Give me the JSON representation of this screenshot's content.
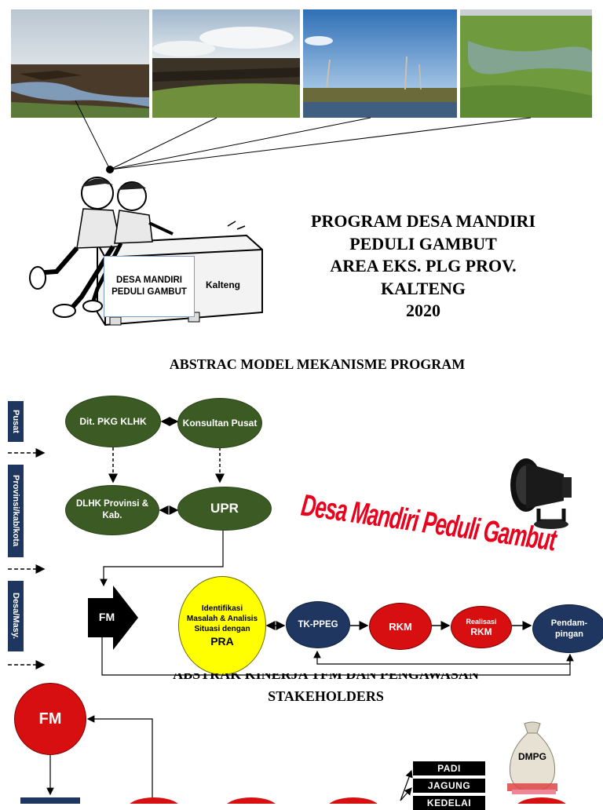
{
  "header": {
    "title_lines": [
      "PROGRAM DESA MANDIRI",
      "PEDULI GAMBUT",
      "AREA EKS. PLG PROV.",
      "KALTENG",
      "2020"
    ],
    "cartoon_box_label": "DESA MANDIRI PEDULI GAMBUT",
    "cartoon_side_label": "Kalteng"
  },
  "section1": {
    "title": "ABSTRAC MODEL MEKANISME PROGRAM",
    "bands": {
      "pusat": "Pusat",
      "provinsi": "Provinsi/kab/kota",
      "desa": "Desa/Masy."
    },
    "nodes": {
      "dit_pkg": "Dit. PKG KLHK",
      "konsultan": "Konsultan Pusat",
      "dlhk": "DLHK Provinsi & Kab.",
      "upr": "UPR",
      "fm": "FM",
      "pra_text": "Identifikasi Masalah & Analisis Situasi dengan",
      "pra_big": "PRA",
      "tk_ppeg": "TK-PPEG",
      "rkm": "RKM",
      "realisasi_small": "Realisasi",
      "realisasi_big": "RKM",
      "pendampingan": "Pendam-pingan"
    },
    "slogan": "Desa Mandiri Peduli Gambut"
  },
  "section2": {
    "title_line1": "ABSTRAK KINERJA TFM DAN PENGAWASAN",
    "title_line2": "STAKEHOLDERS",
    "fm": "FM",
    "bag_label": "DMPG",
    "crops": [
      "PADI",
      "JAGUNG",
      "KEDELAI"
    ]
  },
  "colors": {
    "green_node": "#3b5a24",
    "red_node": "#d80f10",
    "navy_node": "#1f3660",
    "yellow_node": "#ffff00",
    "slogan_red": "#e8001c"
  }
}
